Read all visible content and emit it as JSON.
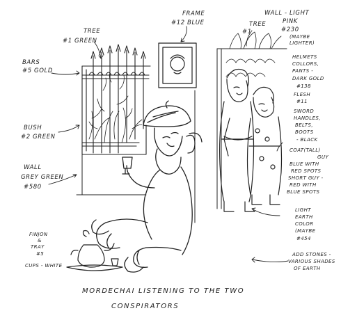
{
  "labels": {
    "tree_left": "TREE",
    "tree_left_code": "#1 GREEN",
    "frame": "FRAME",
    "frame_code": "#12 BLUE",
    "wall_pink": "WALL - LIGHT",
    "wall_pink_2": "PINK",
    "wall_pink_code": "#230",
    "wall_pink_note": "(MAYBE",
    "wall_pink_note_2": "LIGHTER)",
    "tree_right": "TREE",
    "tree_right_code": "#1",
    "bars": "BARS",
    "bars_code": "#5 GOLD",
    "helmets_1": "HELMETS",
    "helmets_2": "COLLORS,",
    "helmets_3": "PANTS -",
    "helmets_4": "DARK GOLD",
    "helmets_5": "#138",
    "flesh": "FLESH",
    "flesh_code": "#11",
    "sword_1": "SWORD",
    "sword_2": "HANDLES,",
    "sword_3": "BELTS,",
    "sword_4": "BOOTS",
    "sword_5": "- BLACK",
    "coat_1": "COAT(TALL)",
    "coat_2": "GUY",
    "coat_3": "BLUE WITH",
    "coat_4": "RED SPOTS",
    "coat_5": "SHORT GUY -",
    "coat_6": "RED WITH",
    "coat_7": "BLUE SPOTS",
    "bush": "BUSH",
    "bush_code": "#2 GREEN",
    "wall_green": "WALL",
    "wall_green_2": "GREY GREEN",
    "wall_green_code": "#580",
    "earth_1": "LIGHT",
    "earth_2": "EARTH",
    "earth_3": "COLOR",
    "earth_4": "(MAYBE",
    "earth_5": "#454",
    "finjon_1": "FINJON",
    "finjon_2": "&",
    "finjon_3": "TRAY",
    "finjon_4": "#5",
    "cups": "CUPS - WHITE",
    "stones_1": "ADD STONES -",
    "stones_2": "VARIOUS SHADES",
    "stones_3": "OF EARTH"
  },
  "caption": {
    "line1": "MORDECHAI LISTENING TO THE TWO",
    "line2": "CONSPIRATORS"
  }
}
